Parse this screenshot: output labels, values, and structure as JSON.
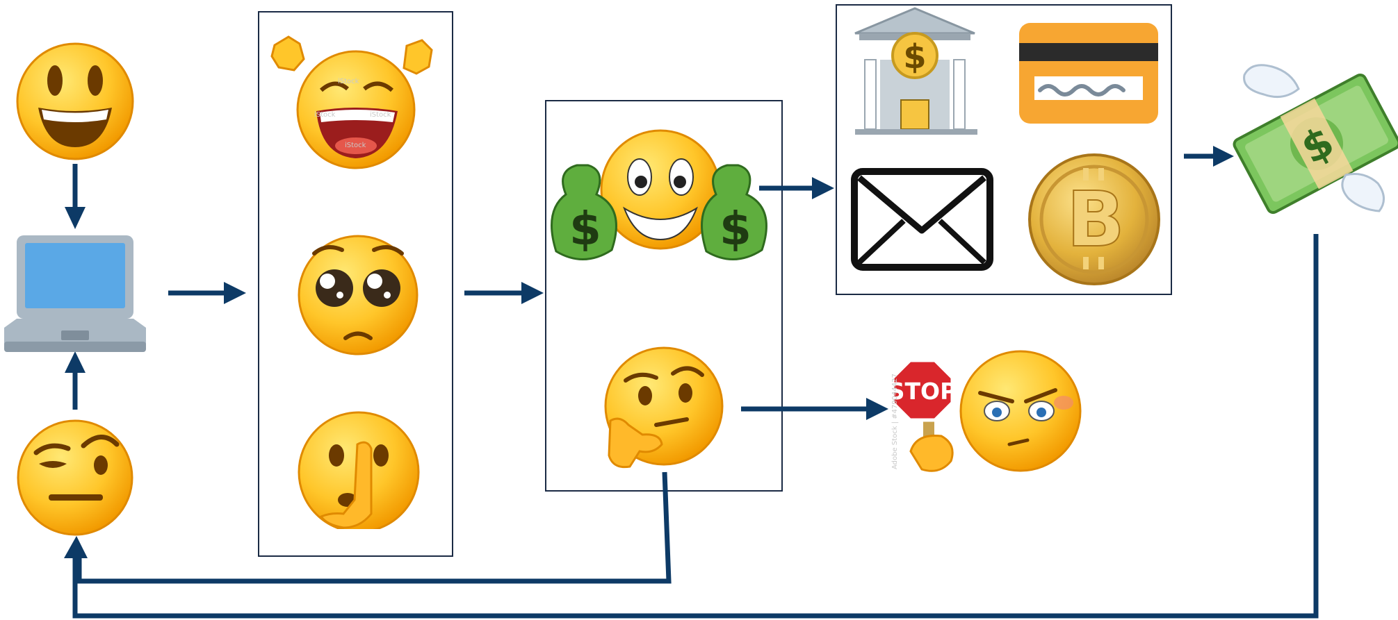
{
  "colors": {
    "arrow": "#0d3a66",
    "box_border": "#1a2a44",
    "emoji_yellow": "#ffc62a",
    "money_green": "#5fae3e",
    "stop_red": "#d9262c",
    "card_orange": "#f7a632",
    "coin_gold": "#e3b23c"
  },
  "nodes": {
    "start": {
      "icon": "grinning-face-icon"
    },
    "device": {
      "icon": "laptop-icon"
    },
    "skeptic": {
      "icon": "face-with-raised-eyebrow-icon"
    },
    "manipulation": {
      "icons": [
        "laughing-face-icon",
        "pleading-face-icon",
        "shushing-face-icon"
      ]
    },
    "outcomes": {
      "icons": [
        "money-bags-face-icon",
        "thinking-face-icon"
      ]
    },
    "payment_methods": {
      "icons": [
        "bank-icon",
        "credit-card-icon",
        "envelope-icon",
        "bitcoin-icon"
      ]
    },
    "money_lost": {
      "icon": "money-with-wings-icon"
    },
    "refusal": {
      "icon": "stop-sign-face-icon",
      "labels": {
        "stop_sign": "STOP",
        "watermark_side": "Adobe Stock | #479044427"
      }
    },
    "laughing_watermark": {
      "text": "iStock",
      "credit": "iStock"
    }
  },
  "flows": [
    {
      "from": "start",
      "to": "device"
    },
    {
      "from": "skeptic",
      "to": "device"
    },
    {
      "from": "device",
      "to": "manipulation"
    },
    {
      "from": "manipulation",
      "to": "outcomes"
    },
    {
      "from": "money-bags-face",
      "to": "payment_methods"
    },
    {
      "from": "payment_methods",
      "to": "money_lost"
    },
    {
      "from": "thinking-face",
      "to": "refusal"
    },
    {
      "from": "thinking-face",
      "to": "skeptic"
    },
    {
      "from": "money_lost",
      "to": "skeptic"
    }
  ]
}
